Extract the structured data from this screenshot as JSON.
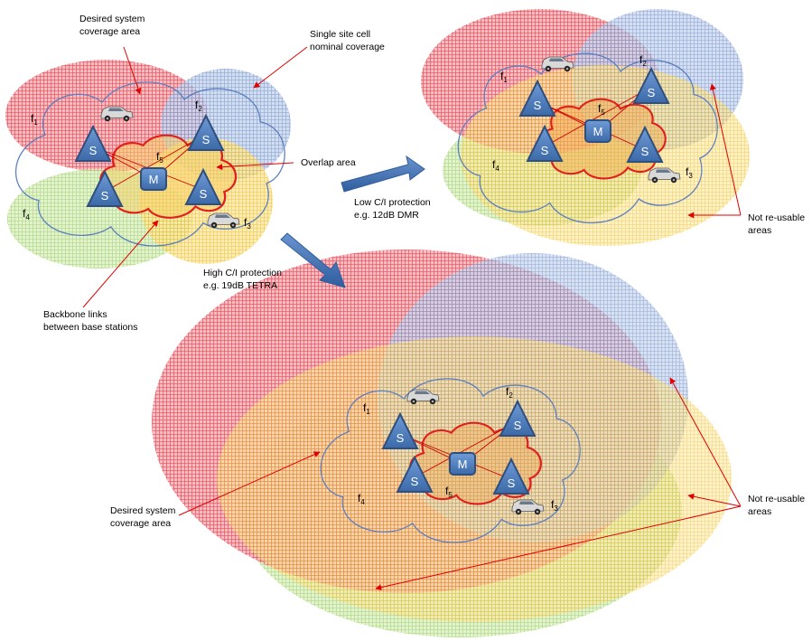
{
  "labels": {
    "desired_top": [
      "Desired system",
      "coverage area"
    ],
    "single_site": [
      "Single site cell",
      "nominal coverage"
    ],
    "overlap": "Overlap area",
    "low_ci": [
      "Low C/I protection",
      "e.g. 12dB DMR"
    ],
    "high_ci": [
      "High C/I protection",
      "e.g. 19dB TETRA"
    ],
    "backbone": [
      "Backbone links",
      "between base stations"
    ],
    "not_reusable_top": [
      "Not re-usable",
      "areas"
    ],
    "desired_bottom": [
      "Desired system",
      "coverage area"
    ],
    "not_reusable_bottom": [
      "Not re-usable",
      "areas"
    ]
  },
  "symbols": {
    "site": "S",
    "master": "M",
    "freq_prefix": "f",
    "freqs": [
      "1",
      "2",
      "3",
      "4",
      "5"
    ]
  },
  "colors": {
    "red": "#e8404a",
    "blue": "#6f8fc8",
    "yellow": "#f5c21a",
    "green": "#9fd26a",
    "station_fill": "#4f81bd",
    "station_stroke": "#2f4f7f",
    "core_cloud": "#e0201c",
    "cloud_outline": "#5b7fc0",
    "link": "#cc0000",
    "callout": "#e00000"
  }
}
